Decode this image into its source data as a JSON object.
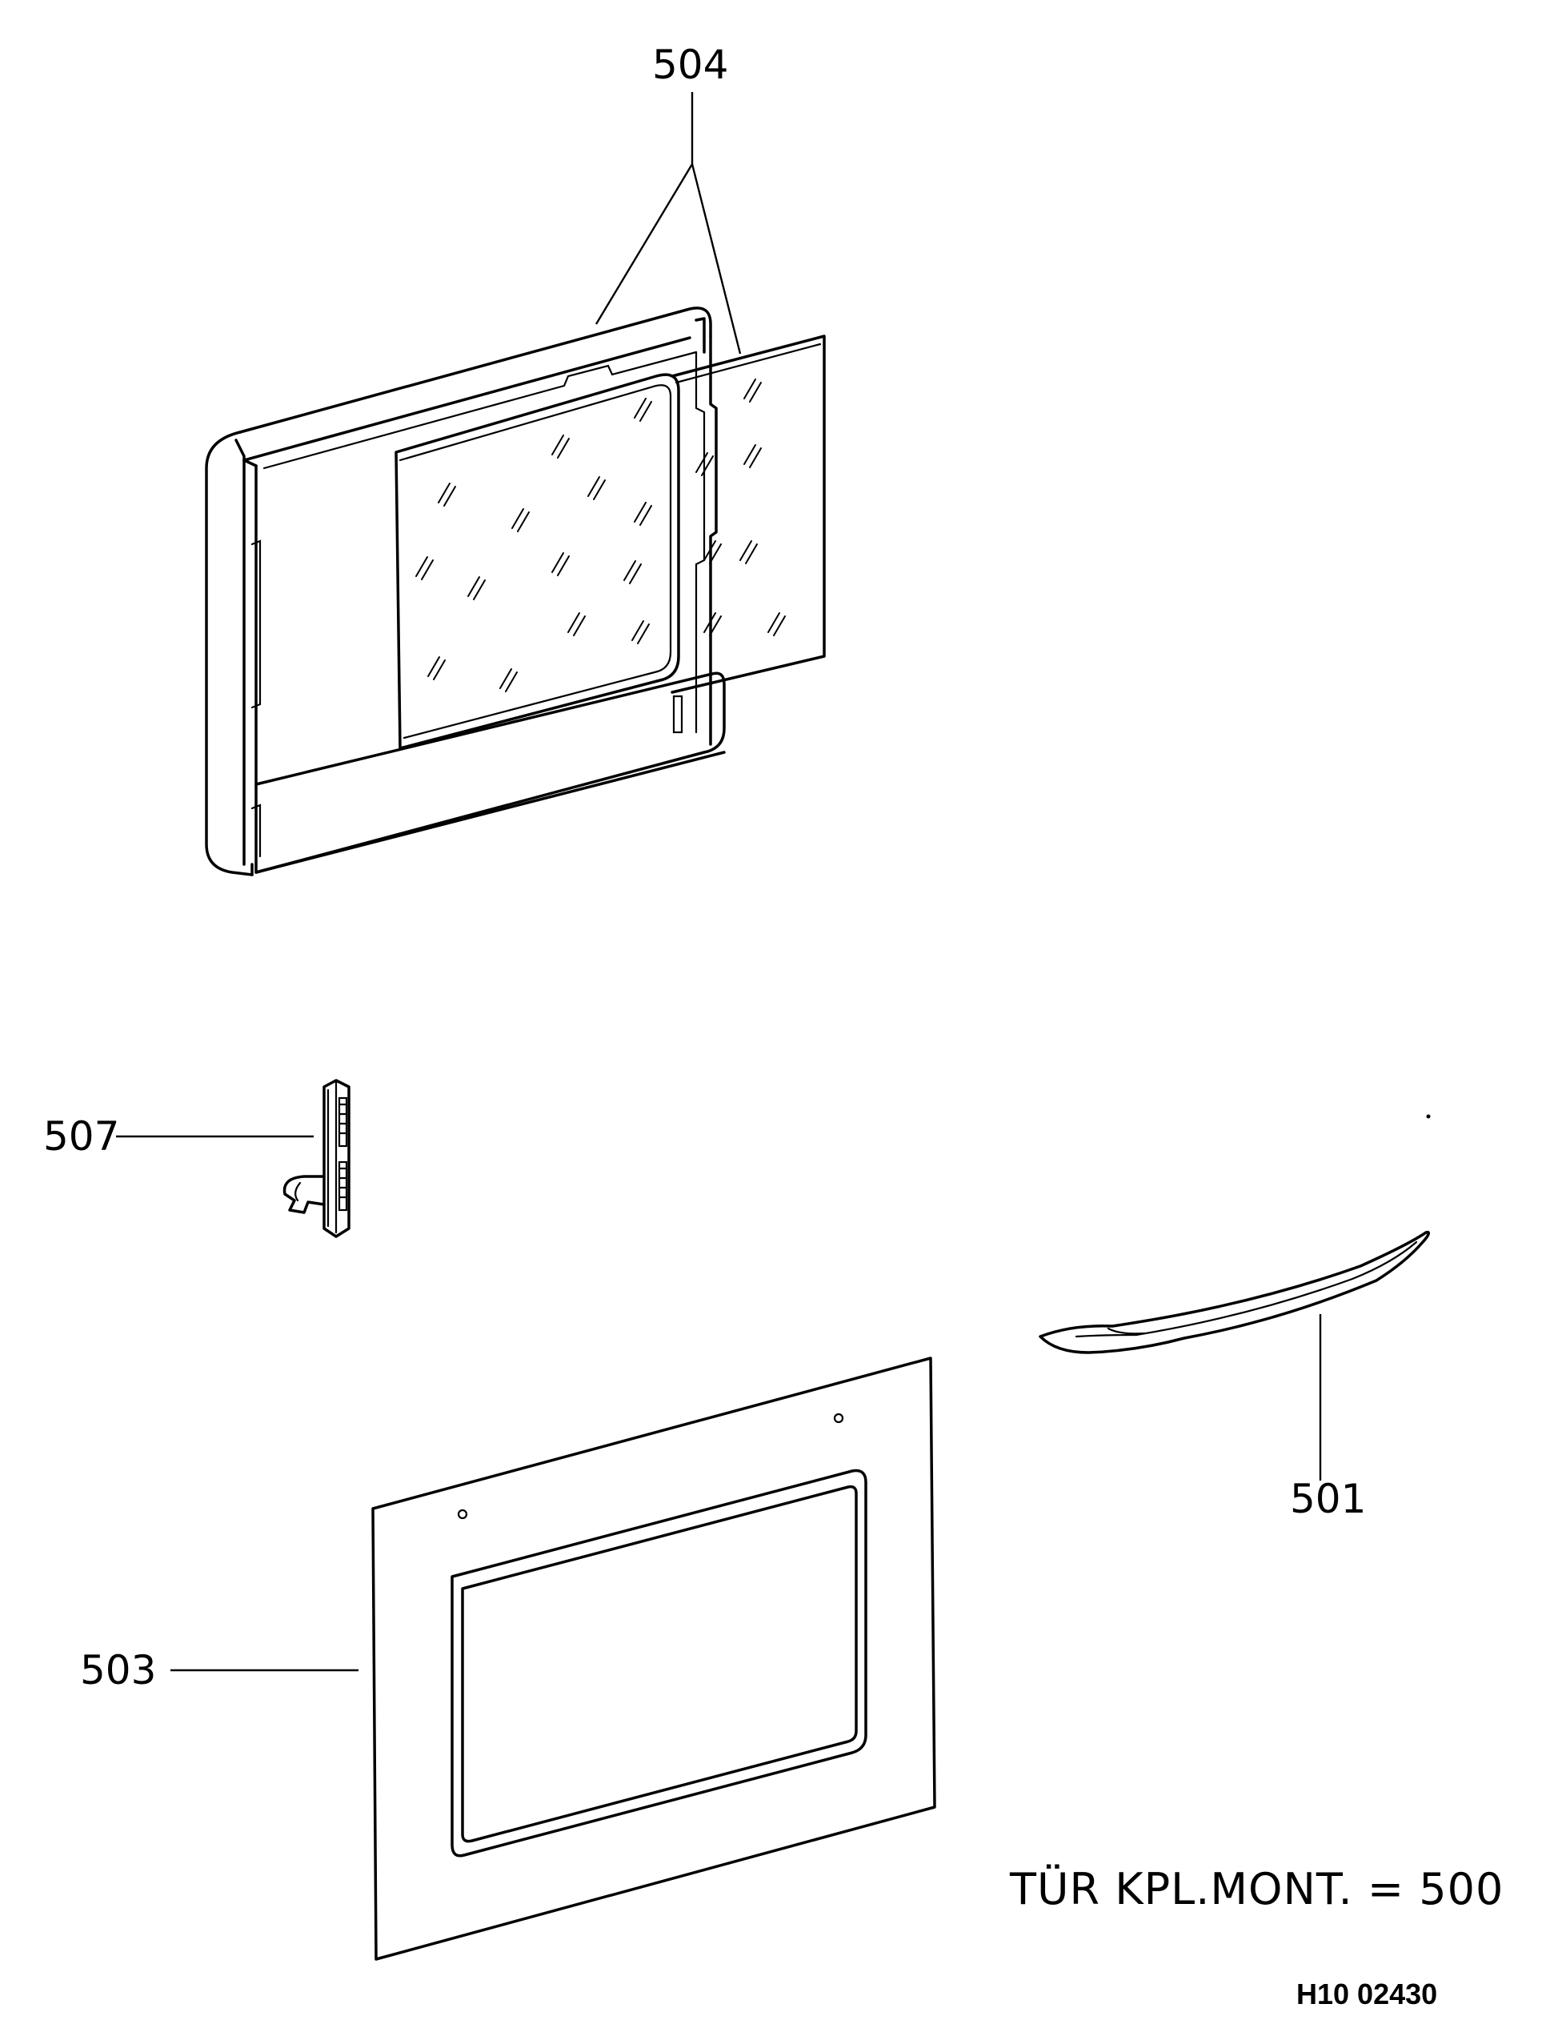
{
  "callouts": {
    "p504": "504",
    "p507": "507",
    "p501": "501",
    "p503": "503"
  },
  "assembly_note": "TÜR KPL.MONT. = 500",
  "drawing_number": "H10 02430"
}
